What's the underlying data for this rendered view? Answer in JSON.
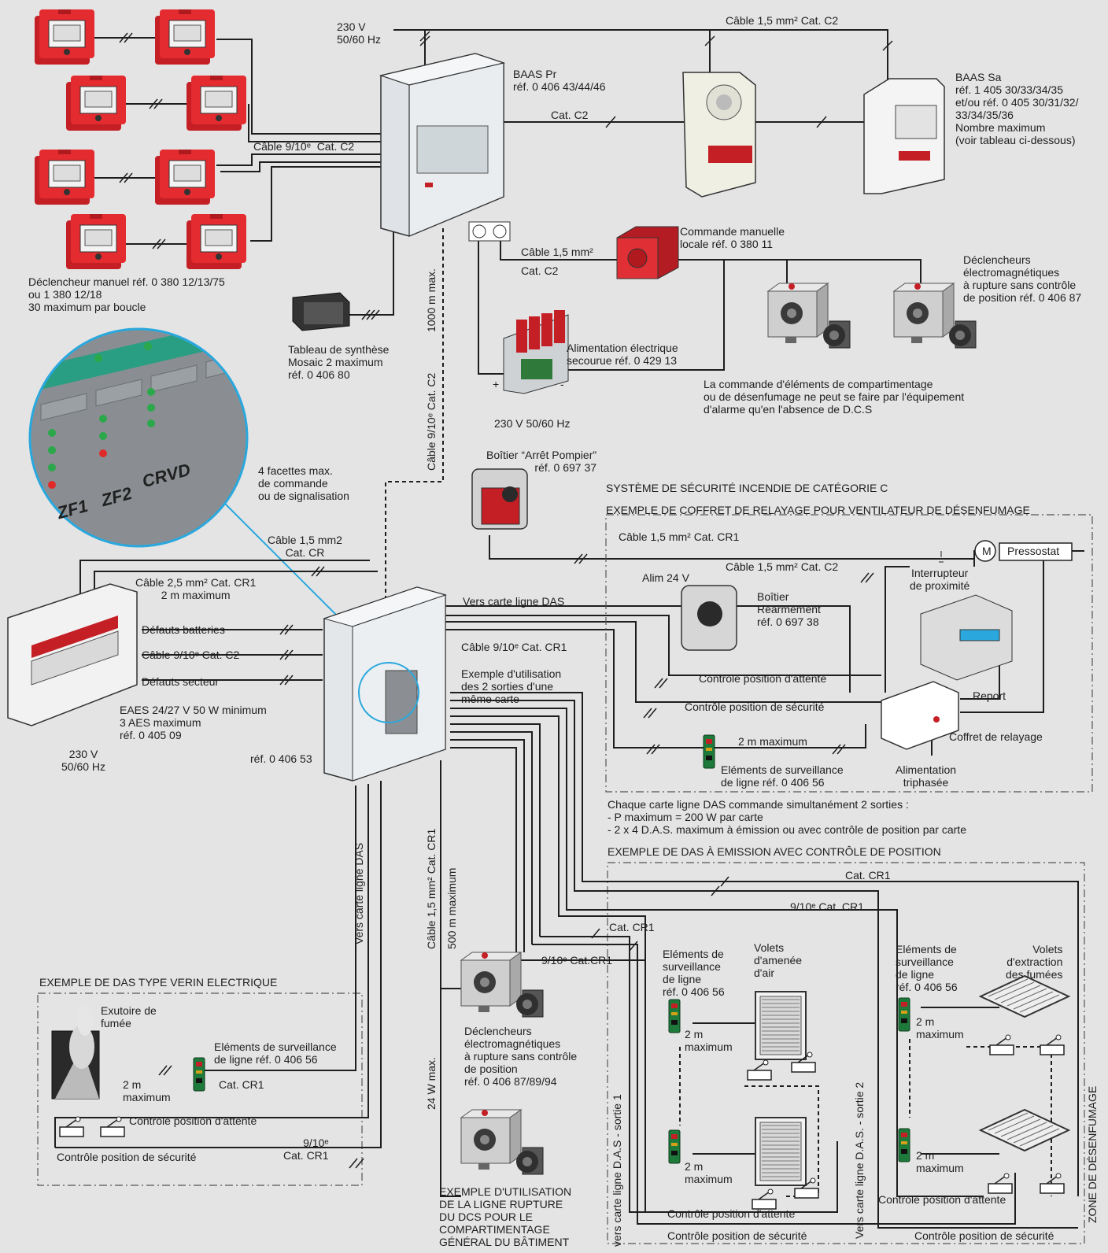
{
  "top": {
    "mains": "230 V\n50/60 Hz",
    "cable_top": "Câble 1,5 mm² Cat. C2",
    "baas_pr": "BAAS Pr\nréf. 0 406 43/44/46",
    "cat_c2": "Cat. C2",
    "baas_sa": "BAAS Sa\nréf. 1 405 30/33/34/35\net/ou réf. 0 405 30/31/32/\n33/34/35/36\nNombre maximum\n(voir tableau ci-dessous)",
    "cable_910_c2": "Câble 9/10ᵉ  Cat. C2",
    "declencheur_manuel": "Déclencheur manuel réf. 0 380 12/13/75\nou 1 380 12/18\n30 maximum par boucle",
    "cable_15_c2": "Câble 1,5 mm²",
    "cat_c2_b": "Cat. C2",
    "commande_manuelle": "Commande manuelle\nlocale réf. 0 380 11",
    "declencheurs_em": "Déclencheurs\nélectromagnétiques\nà rupture sans contrôle\nde position réf. 0 406 87",
    "tableau_synthese": "Tableau de synthèse\nMosaic 2 maximum\nréf. 0 406 80",
    "alimentation": "Alimentation électrique\nsecourue réf. 0 429 13",
    "mains_b": "230 V 50/60 Hz",
    "plus": "+",
    "minus": "-",
    "note_dcs": "La commande d'éléments de compartimentage\nou de désenfumage ne peut se faire par l'équipement\nd'alarme qu'en l'absence de D.C.S",
    "dist_1000": "1000 m max.",
    "cable_910_c2_vert": "Câble 9/10ᵉ Cat. C2"
  },
  "zoom": {
    "facettes": "4 facettes max.\nde commande\nou de signalisation",
    "zf1": "ZF1",
    "zf2": "ZF2",
    "crvd": "CRVD"
  },
  "middle": {
    "arret_pompier": "Boîtier “Arrêt Pompier”\nréf. 0 697 37",
    "ssi_title": "SYSTÈME DE SÉCURITÉ INCENDIE DE CATÉGORIE C",
    "relayage_title": "EXEMPLE DE COFFRET DE RELAYAGE POUR VENTILATEUR DE DÉSENFUMAGE",
    "cable_15_cr": "Câble 1,5 mm2\nCat. CR",
    "cable_25_cr1": "Câble 2,5 mm² Cat. CR1\n2 m maximum",
    "defauts_batteries": "Défauts batteries",
    "cable_910_c2": "Câble 9/10ᵉ Cat. C2",
    "defauts_secteur": "Défauts secteur",
    "eaes": "EAES 24/27 V 50 W minimum\n3 AES maximum\nréf. 0 405 09",
    "mains": "230 V\n50/60 Hz",
    "ref_40653": "réf. 0 406 53",
    "vers_das": "Vers carte ligne DAS",
    "cable_910_cr1": "Câble 9/10ᵉ Cat. CR1",
    "exemple_sorties": "Exemple d'utilisation\ndes 2 sorties d'une\nmême carte",
    "cable_15_cr1_top": "Câble 1,5 mm² Cat. CR1",
    "pressostat": "Pressostat",
    "motor": "M",
    "alim_24": "Alim 24 V",
    "cable_15_c2": "Câble 1,5 mm² Cat. C2",
    "interrupteur": "Interrupteur\nde proximité",
    "boitier_rearm": "Boîtier\nRéarmement\nréf. 0 697 38",
    "ctrl_attente": "Contrôle position d'attente",
    "ctrl_securite": "Contrôle position de sécurité",
    "report": "Report",
    "coffret_relayage": "Coffret de relayage",
    "two_m_max": "2 m maximum",
    "elements_surv": "Eléments de surveillance\nde ligne réf. 0 406 56",
    "alim_tri": "Alimentation\ntriphasée",
    "note_carte": "Chaque carte ligne DAS commande simultanément 2 sorties :\n- P maximum = 200 W par carte\n- 2 x 4 D.A.S. maximum à émission ou avec contrôle de position par carte"
  },
  "bottom": {
    "das_emission_title": "EXEMPLE DE DAS À EMISSION AVEC CONTRÔLE DE POSITION",
    "cat_cr1": "Cat. CR1",
    "cat_910_cr1": "9/10ᵉ Cat. CR1",
    "cat_cr1_b": "Cat. CR1",
    "cat_910_cr1_b": "9/10ᵉ Cat.CR1",
    "vers_das_vert": "Vers carte ligne DAS",
    "cable_15_vert": "Câble 1,5 mm² Cat. CR1",
    "dist_500": "500 m maximum",
    "w24": "24 W max.",
    "verin_title": "EXEMPLE DE DAS TYPE VERIN ELECTRIQUE",
    "exutoire": "Exutoire de\nfumée",
    "elements_surv_b": "Eléments de surveillance\nde ligne réf. 0 406 56",
    "two_m": "2 m\nmaximum",
    "cat_cr1_c": "Cat. CR1",
    "ctrl_attente_b": "Contrôle position d'attente",
    "ctrl_securite_b": "Contrôle position de sécurité",
    "cat_910_cr1_c": "9/10ᵉ\nCat. CR1",
    "declencheurs_em_b": "Déclencheurs\nélectromagnétiques\nà rupture sans contrôle\nde position\nréf. 0 406 87/89/94",
    "exemple_rupture": "EXEMPLE D'UTILISATION\nDE LA LIGNE RUPTURE\nDU DCS POUR LE\nCOMPARTIMENTAGE\nGÉNÉRAL DU BÂTIMENT",
    "elements_surv_c": "Eléments de\nsurveillance\nde ligne\nréf. 0 406 56",
    "volets_air": "Volets\nd'amenée\nd'air",
    "two_m_c": "2 m\nmaximum",
    "two_m_d": "2 m\nmaximum",
    "ctrl_attente_c": "Contrôle position d'attente",
    "ctrl_securite_c": "Contrôle position de sécurité",
    "vers_sortie1": "vers carte ligne D.A.S - sortie 1",
    "vers_sortie2": "Vers carte ligne D.A.S. - sortie 2",
    "elements_surv_d": "Eléments de\nsurveillance\nde ligne\nréf. 0 406 56",
    "volets_fumees": "Volets\nd'extraction\ndes fumées",
    "two_m_e": "2 m\nmaximum",
    "two_m_f": "2 m\nmaximum",
    "ctrl_attente_d": "Contrôle position d'attente",
    "ctrl_securite_d": "Contrôle position de sécurité",
    "zone_desenfumage": "ZONE DE DÉSENFUMAGE"
  },
  "colors": {
    "background": "#e4e4e4",
    "red_device": "#d8262a",
    "wire": "#1e1e1e",
    "zoom_ring": "#2aa8dd",
    "panel_grey": "#8b8f93"
  }
}
